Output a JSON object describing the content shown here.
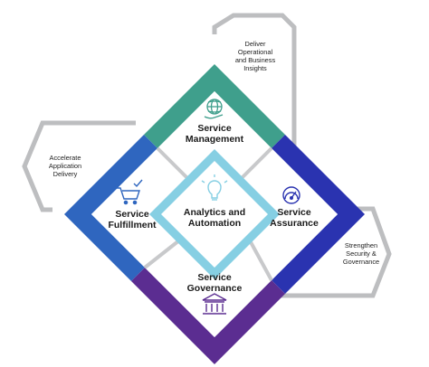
{
  "colors": {
    "management": "#3f9f8c",
    "fulfillment": "#2f66bf",
    "assurance": "#2a33b0",
    "governance": "#5b2d91",
    "center": "#86cfe3",
    "connector": "#bdbec0",
    "text": "#1a1a1a"
  },
  "quadrants": {
    "management": {
      "line1": "Service",
      "line2": "Management",
      "icon": "globe-hand-icon"
    },
    "fulfillment": {
      "line1": "Service",
      "line2": "Fulfillment",
      "icon": "shopping-cart-check-icon"
    },
    "assurance": {
      "line1": "Service",
      "line2": "Assurance",
      "icon": "speedometer-gauge-icon"
    },
    "governance": {
      "line1": "Service",
      "line2": "Governance",
      "icon": "bank-building-icon"
    }
  },
  "center": {
    "line1": "Analytics and",
    "line2": "Automation",
    "icon": "lightbulb-gear-icon"
  },
  "outcomes": {
    "top": [
      "Deliver",
      "Operational",
      "and Business",
      "Insights"
    ],
    "left": [
      "Accelerate",
      "Application",
      "Delivery"
    ],
    "right": [
      "Strengthen",
      "Security &",
      "Governance"
    ]
  }
}
